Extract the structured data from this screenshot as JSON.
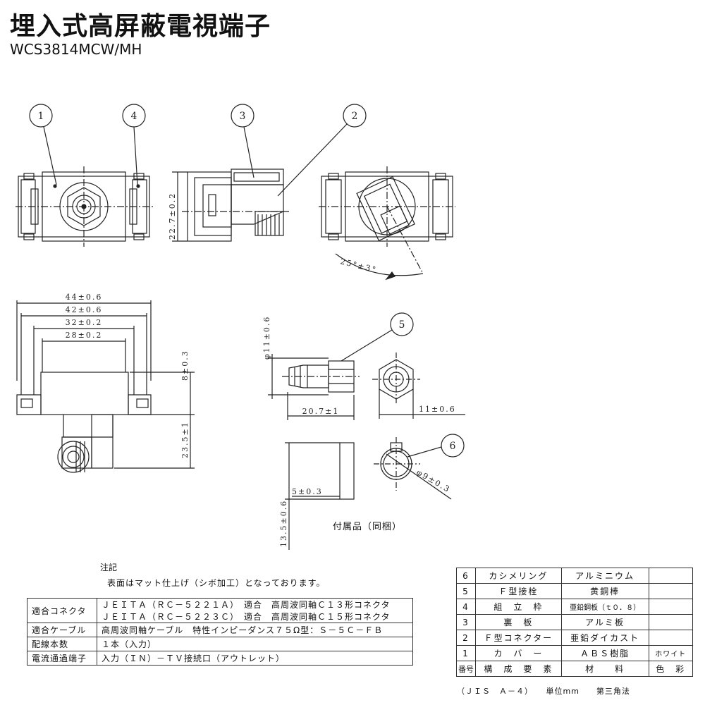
{
  "header": {
    "title": "埋入式高屏蔽電視端子",
    "model": "WCS3814MCW/MH"
  },
  "bubbles": [
    "1",
    "4",
    "3",
    "2",
    "5",
    "6"
  ],
  "dimensions": {
    "front_height": "22.7±0.2",
    "angle": "25°±3°",
    "w44": "44±0.6",
    "w42": "42±0.6",
    "w32": "32±0.2",
    "w28": "28±0.2",
    "h8": "8±0.3",
    "h23": "23.5±1",
    "dia11": "φ11±0.6",
    "len20": "20.7±1",
    "hex11": "11±0.6",
    "h5": "5±0.3",
    "h13": "13.5±0.6",
    "dia9": "φ9±0.3"
  },
  "accessory_label": "付属品（同梱）",
  "notes": {
    "label": "注記",
    "text": "表面はマット仕上げ（シボ加工）となっております。"
  },
  "spec_table": [
    {
      "key": "適合コネクタ",
      "line1": "ＪＥＩＴＡ（ＲＣ－５２２１Ａ）　適合　高周波同軸Ｃ１３形コネクタ",
      "line2": "ＪＥＩＴＡ（ＲＣ－５２２３Ｃ）　適合　高周波同軸Ｃ１５形コネクタ"
    },
    {
      "key": "適合ケーブル",
      "line1": "高周波同軸ケーブル　特性インピーダンス７５Ω型：Ｓ－５Ｃ－ＦＢ"
    },
    {
      "key": "配線本数",
      "line1": "１本（入力）"
    },
    {
      "key": "電流通過端子",
      "line1": "入力（ＩＮ）－ＴＶ接続口（アウトレット）"
    }
  ],
  "parts_table": [
    {
      "no": "6",
      "name": "カシメリング",
      "material": "アルミニウム",
      "color": ""
    },
    {
      "no": "5",
      "name": "Ｆ型接栓",
      "material": "黄銅棒",
      "color": ""
    },
    {
      "no": "4",
      "name": "組　立　枠",
      "material": "亜鉛鋼板（ｔ０．８）",
      "color": ""
    },
    {
      "no": "3",
      "name": "裏　板",
      "material": "アルミ板",
      "color": ""
    },
    {
      "no": "2",
      "name": "Ｆ型コネクター",
      "material": "亜鉛ダイカスト",
      "color": ""
    },
    {
      "no": "1",
      "name": "カ　バ　ー",
      "material": "ＡＢＳ樹脂",
      "color": "ホワイト"
    },
    {
      "no": "番号",
      "name": "構　成　要　素",
      "material": "材　　料",
      "color": "色　彩"
    }
  ],
  "footer": "（ＪＩＳ　Ａ－４）　　単位mm　　第三角法"
}
